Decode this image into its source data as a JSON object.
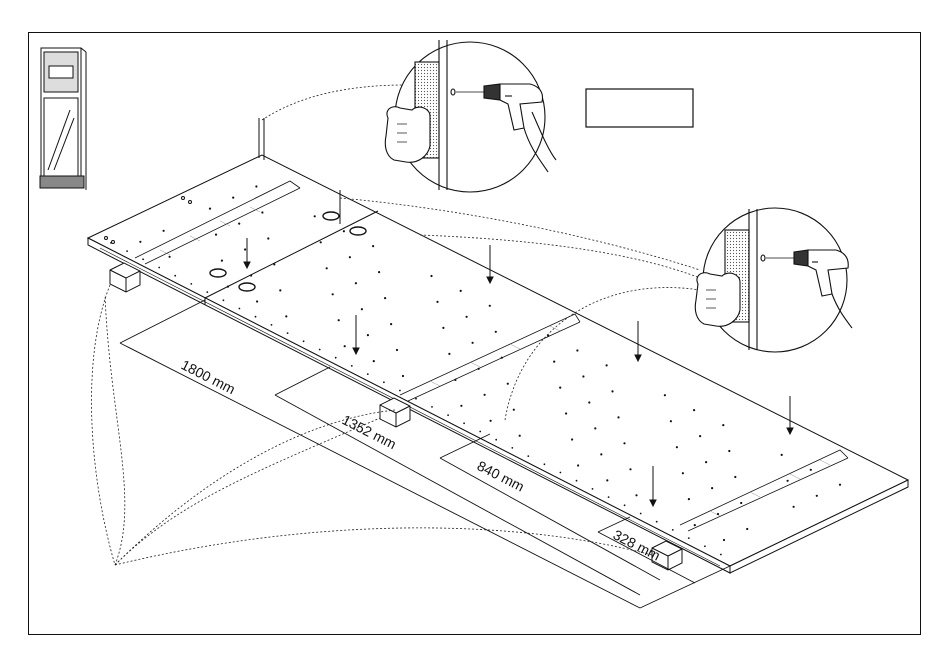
{
  "dimensions": [
    {
      "id": "d1800",
      "label": "1800 mm"
    },
    {
      "id": "d1352",
      "label": "1352 mm"
    },
    {
      "id": "d840",
      "label": "840 mm"
    },
    {
      "id": "d328",
      "label": "328 mm"
    }
  ],
  "label_box": {
    "text": ""
  },
  "icons": [
    "cabinet-thumbnail-icon",
    "drill-detail-icon",
    "hand-icon",
    "drill-icon"
  ]
}
